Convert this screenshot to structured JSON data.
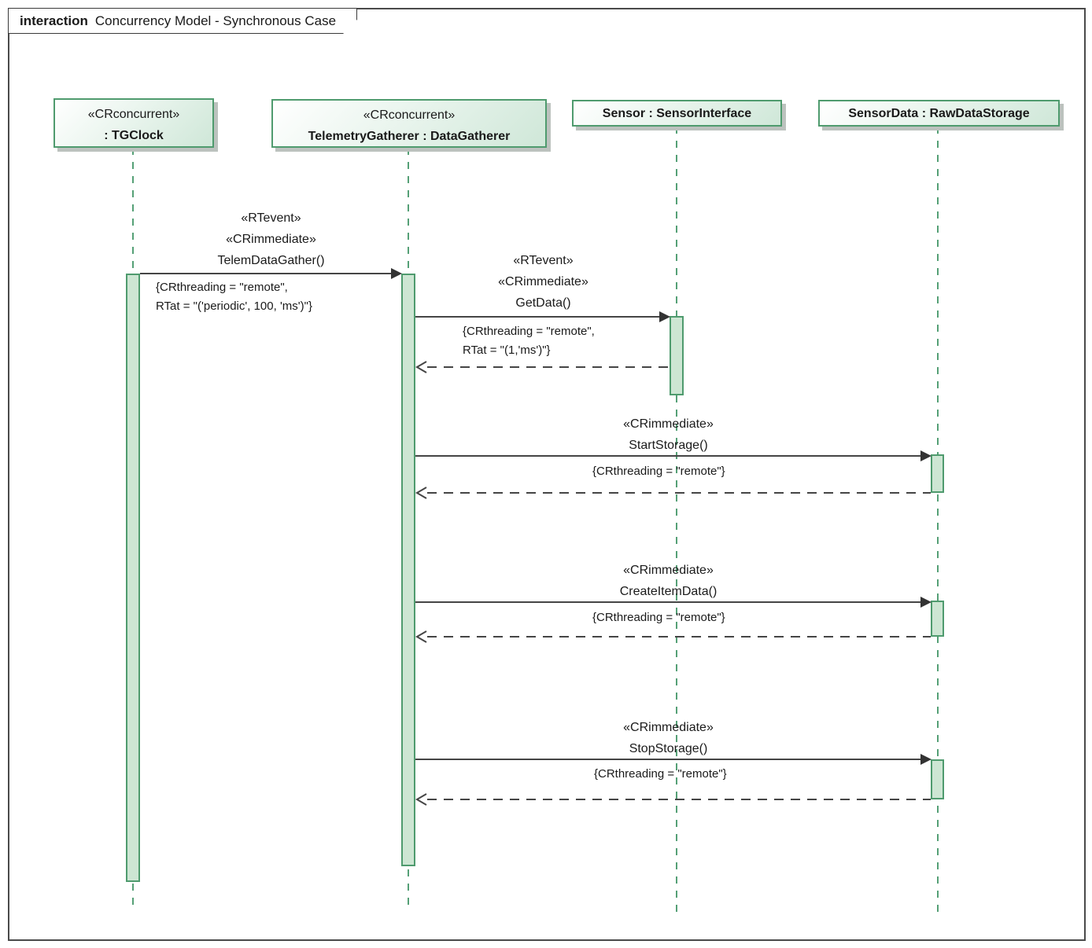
{
  "frame": {
    "keyword": "interaction",
    "title": "Concurrency Model - Synchronous Case"
  },
  "lifelines": [
    {
      "stereotype": "«CRconcurrent»",
      "name": ": TGClock"
    },
    {
      "stereotype": "«CRconcurrent»",
      "name": "TelemetryGatherer : DataGatherer"
    },
    {
      "stereotype": "",
      "name": "Sensor : SensorInterface"
    },
    {
      "stereotype": "",
      "name": "SensorData : RawDataStorage"
    }
  ],
  "messages": [
    {
      "stereotypes": [
        "«RTevent»",
        "«CRimmediate»"
      ],
      "name": "TelemDataGather()",
      "constraint_lines": [
        "{CRthreading = \"remote\",",
        "RTat = \"('periodic', 100, 'ms')\"}"
      ],
      "from": ": TGClock",
      "to": "TelemetryGatherer : DataGatherer",
      "kind": "synchronous"
    },
    {
      "stereotypes": [
        "«RTevent»",
        "«CRimmediate»"
      ],
      "name": "GetData()",
      "constraint_lines": [
        "{CRthreading = \"remote\",",
        "RTat = \"(1,'ms')\"}"
      ],
      "from": "TelemetryGatherer : DataGatherer",
      "to": "Sensor : SensorInterface",
      "kind": "synchronous"
    },
    {
      "stereotypes": [
        "«CRimmediate»"
      ],
      "name": "StartStorage()",
      "constraint_lines": [
        "{CRthreading = \"remote\"}"
      ],
      "from": "TelemetryGatherer : DataGatherer",
      "to": "SensorData : RawDataStorage",
      "kind": "synchronous"
    },
    {
      "stereotypes": [
        "«CRimmediate»"
      ],
      "name": "CreateItemData()",
      "constraint_lines": [
        "{CRthreading = \"remote\"}"
      ],
      "from": "TelemetryGatherer : DataGatherer",
      "to": "SensorData : RawDataStorage",
      "kind": "synchronous"
    },
    {
      "stereotypes": [
        "«CRimmediate»"
      ],
      "name": "StopStorage()",
      "constraint_lines": [
        "{CRthreading = \"remote\"}"
      ],
      "from": "TelemetryGatherer : DataGatherer",
      "to": "SensorData : RawDataStorage",
      "kind": "synchronous"
    }
  ],
  "returns": [
    {
      "from": "Sensor : SensorInterface",
      "to": "TelemetryGatherer : DataGatherer",
      "kind": "reply"
    },
    {
      "from": "SensorData : RawDataStorage",
      "to": "TelemetryGatherer : DataGatherer",
      "kind": "reply"
    },
    {
      "from": "SensorData : RawDataStorage",
      "to": "TelemetryGatherer : DataGatherer",
      "kind": "reply"
    },
    {
      "from": "SensorData : RawDataStorage",
      "to": "TelemetryGatherer : DataGatherer",
      "kind": "reply"
    }
  ],
  "colors": {
    "shape_border_green": "#4f9b6e",
    "activation_fill": "#cde6d3",
    "lifeline_green": "#55a076",
    "arrow_gray": "#454545",
    "frame_border": "#4a4a4a",
    "shadow_gray": "#bcc2be"
  }
}
